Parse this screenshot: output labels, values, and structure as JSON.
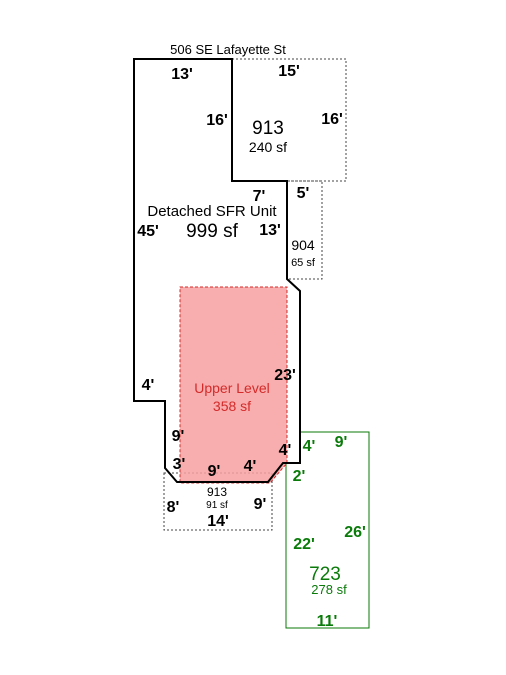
{
  "address": "506 SE Lafayette St",
  "main_unit": {
    "label": "Detached SFR Unit",
    "area": "999 sf",
    "dims": {
      "top": "13'",
      "left": "45'",
      "inner_vertical": "16'",
      "step_top": "7'",
      "step_right": "13'",
      "right": "23'",
      "left_step": "4'",
      "lower_left": "9'",
      "diag_left": "3'",
      "bottom": "9'",
      "diag_right": "4'",
      "right_lower": "4'"
    }
  },
  "area_913_top": {
    "code": "913",
    "area": "240 sf",
    "dims": {
      "top": "15'",
      "right": "16'"
    }
  },
  "area_904": {
    "code": "904",
    "area": "65 sf",
    "dims": {
      "top": "5'"
    }
  },
  "upper_level": {
    "label": "Upper Level",
    "area": "358 sf"
  },
  "area_913_bottom": {
    "code": "913",
    "area": "91 sf",
    "dims": {
      "left": "8'",
      "right": "9'",
      "bottom": "14'"
    }
  },
  "area_723": {
    "code": "723",
    "area": "278 sf",
    "dims": {
      "top": "9'",
      "left_top": "4'",
      "left_step": "2'",
      "left": "22'",
      "right": "26'",
      "bottom": "11'"
    }
  },
  "colors": {
    "main_outline": "#000000",
    "dotted_outline": "#444444",
    "upper_fill": "#f7a0a0",
    "upper_outline": "#d42a2a",
    "upper_text": "#d42a2a",
    "green": "#0a7a0a"
  }
}
